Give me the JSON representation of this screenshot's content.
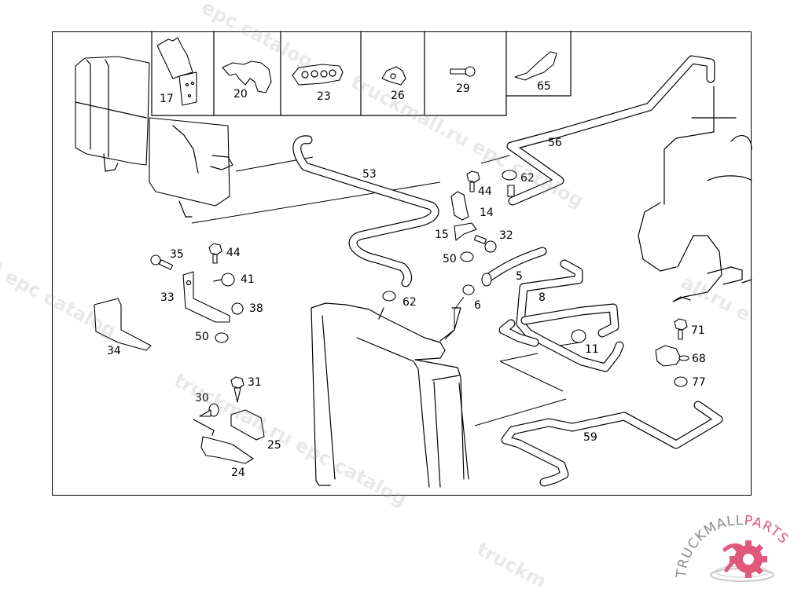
{
  "diagram": {
    "kind": "exploded parts diagram",
    "inset_callouts": [
      "17",
      "20",
      "23",
      "26",
      "29",
      "65"
    ],
    "callouts": [
      {
        "id": "c53",
        "label": "53"
      },
      {
        "id": "c56",
        "label": "56"
      },
      {
        "id": "c62a",
        "label": "62"
      },
      {
        "id": "c44a",
        "label": "44"
      },
      {
        "id": "c14",
        "label": "14"
      },
      {
        "id": "c15",
        "label": "15"
      },
      {
        "id": "c32",
        "label": "32"
      },
      {
        "id": "c50a",
        "label": "50"
      },
      {
        "id": "c5",
        "label": "5"
      },
      {
        "id": "c8",
        "label": "8"
      },
      {
        "id": "c6",
        "label": "6"
      },
      {
        "id": "c62b",
        "label": "62"
      },
      {
        "id": "c11",
        "label": "11"
      },
      {
        "id": "c35",
        "label": "35"
      },
      {
        "id": "c44b",
        "label": "44"
      },
      {
        "id": "c41",
        "label": "41"
      },
      {
        "id": "c33",
        "label": "33"
      },
      {
        "id": "c38",
        "label": "38"
      },
      {
        "id": "c50b",
        "label": "50"
      },
      {
        "id": "c34",
        "label": "34"
      },
      {
        "id": "c31",
        "label": "31"
      },
      {
        "id": "c30",
        "label": "30"
      },
      {
        "id": "c25",
        "label": "25"
      },
      {
        "id": "c24",
        "label": "24"
      },
      {
        "id": "c71",
        "label": "71"
      },
      {
        "id": "c68",
        "label": "68"
      },
      {
        "id": "c77",
        "label": "77"
      },
      {
        "id": "c59",
        "label": "59"
      }
    ]
  },
  "watermarks": [
    "epc catalog",
    "truckmall.ru",
    "truckmall.ru epc catalog",
    "l epc catalog",
    "truckmall.ru epc catalog",
    "catalog",
    "truckm",
    "all.ru e"
  ],
  "logo": {
    "text_left": "TRUCKMALL",
    "text_right": "PARTS",
    "accent_color": "#e0587a",
    "gray_color": "#8a8a8a"
  }
}
